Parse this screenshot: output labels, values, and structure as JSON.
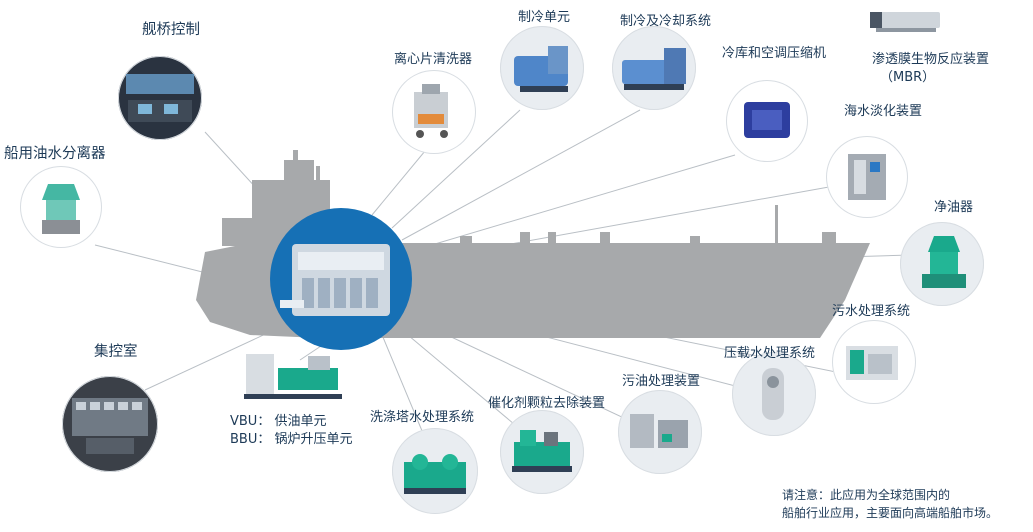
{
  "labels": {
    "bridge_control": "舰桥控制",
    "oil_water_separator": "船用油水分离器",
    "centrifugal_cleaner": "离心片清洗器",
    "refrigeration_unit": "制冷单元",
    "refrigeration_cooling": "制冷及冷却系统",
    "cold_storage_compressor": "冷库和空调压缩机",
    "mbr_line1": "渗透膜生物反应装置",
    "mbr_line2": "（MBR）",
    "desalination": "海水淡化装置",
    "oil_purifier": "净油器",
    "sewage_treatment": "污水处理系统",
    "ballast_water": "压载水处理系统",
    "sludge_treatment": "污油处理装置",
    "catalyst_removal": "催化剂颗粒去除装置",
    "scrubber_water": "洗涤塔水处理系统",
    "vbu": "VBU：  供油单元",
    "bbu": "BBU：  锅炉升压单元",
    "control_room": "集控室"
  },
  "note": {
    "line1": "请注意：此应用为全球范围内的",
    "line2": "船舶行业应用，主要面向高端船舶市场。"
  },
  "colors": {
    "ship": "#a7a9ab",
    "engine_circle": "#1670b5",
    "machine_teal": "#1aa98c",
    "machine_blue": "#4f86c9",
    "label_text": "#1d3a57"
  }
}
